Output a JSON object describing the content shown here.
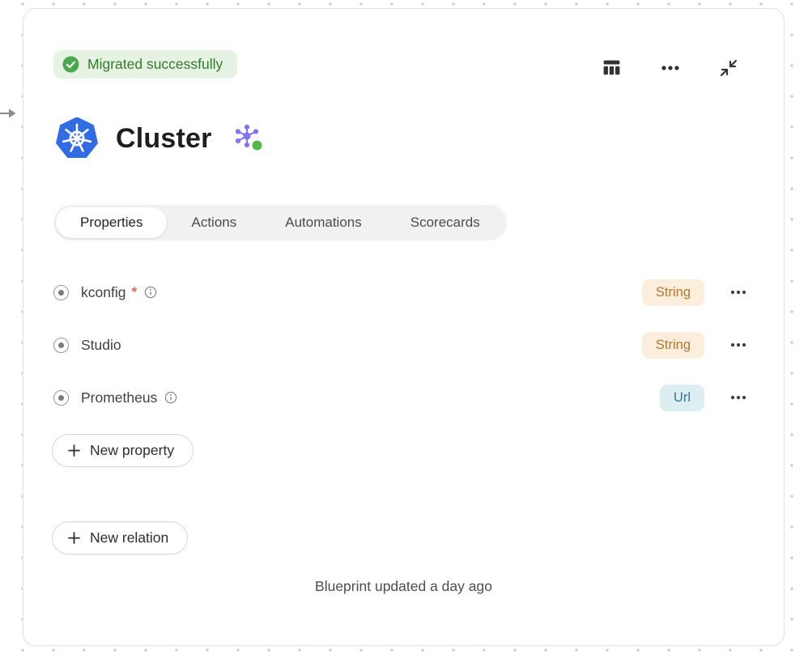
{
  "colors": {
    "accent-green": "#4aa84e",
    "badge-green-bg": "#e7f3e2",
    "badge-green-fg": "#33792f",
    "string-badge-bg": "#fbeedc",
    "string-badge-fg": "#b5772c",
    "url-badge-bg": "#ddeef3",
    "url-badge-fg": "#2a7a92",
    "k8s-blue": "#326ce5",
    "node-purple": "#8274f5",
    "node-green": "#55b94a",
    "arrow-gray": "#8a8a8a"
  },
  "status_badge": {
    "label": "Migrated successfully"
  },
  "header": {
    "title": "Cluster"
  },
  "icons": {
    "toolbar": [
      "table-view-icon",
      "more-options-icon",
      "collapse-icon"
    ],
    "title": [
      "kubernetes-icon",
      "data-model-icon"
    ],
    "row": [
      "property-radio-icon",
      "info-icon",
      "ellipsis-icon"
    ]
  },
  "tabs": [
    {
      "label": "Properties",
      "active": true
    },
    {
      "label": "Actions",
      "active": false
    },
    {
      "label": "Automations",
      "active": false
    },
    {
      "label": "Scorecards",
      "active": false
    }
  ],
  "properties": [
    {
      "name": "kconfig",
      "required_marker": "*",
      "has_info": true,
      "type": "String"
    },
    {
      "name": "Studio",
      "required_marker": "",
      "has_info": false,
      "type": "String"
    },
    {
      "name": "Prometheus",
      "required_marker": "",
      "has_info": true,
      "type": "Url"
    }
  ],
  "buttons": {
    "new_property": "New property",
    "new_relation": "New relation"
  },
  "footer": {
    "text": "Blueprint updated a day ago"
  }
}
